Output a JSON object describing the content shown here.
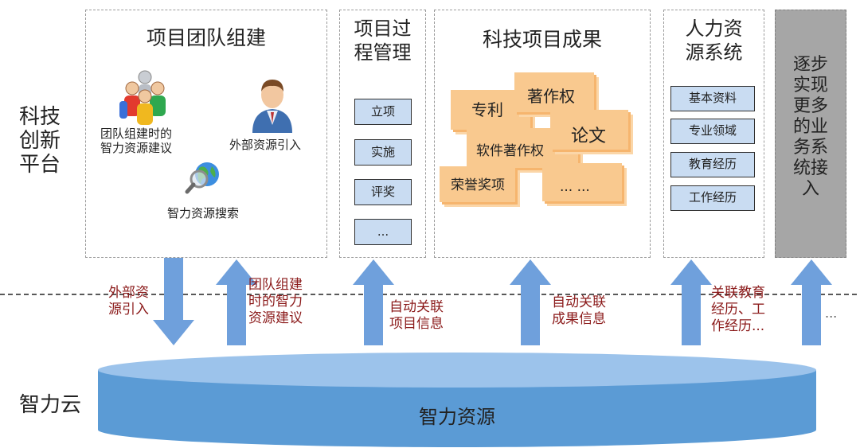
{
  "left_labels": {
    "platform": "科技\n创新\n平台",
    "cloud": "智力云"
  },
  "panels": {
    "team": {
      "title": "项目团队组建",
      "items": [
        {
          "label": "团队组建时的\n智力资源建议",
          "icon": "team-people-icon"
        },
        {
          "label": "外部资源引入",
          "icon": "businessman-icon"
        },
        {
          "label": "智力资源搜索",
          "icon": "globe-search-icon"
        }
      ]
    },
    "process": {
      "title": "项目过\n程管理",
      "buttons": [
        "立项",
        "实施",
        "评奖",
        "..."
      ]
    },
    "results": {
      "title": "科技项目成果",
      "notes": [
        "专利",
        "著作权",
        "论文",
        "软件著作权",
        "荣誉奖项",
        "... ..."
      ]
    },
    "hr": {
      "title": "人力资\n源系统",
      "buttons": [
        "基本资料",
        "专业领域",
        "教育经历",
        "工作经历"
      ]
    },
    "future": {
      "text": "逐步\n实现\n更多\n的业\n务系\n统接\n入"
    }
  },
  "arrows": [
    {
      "label": "外部资\n源引入",
      "direction": "down"
    },
    {
      "label": "团队组建\n时的智力\n资源建议",
      "direction": "up"
    },
    {
      "label": "自动关联\n项目信息",
      "direction": "up"
    },
    {
      "label": "自动关联\n成果信息",
      "direction": "up"
    },
    {
      "label": "关联教育\n经历、工\n作经历...",
      "direction": "up"
    },
    {
      "label": "...",
      "direction": "up"
    }
  ],
  "cloud_db": {
    "label": "智力资源"
  },
  "colors": {
    "arrow": "#6fa0dc",
    "cylinder_body": "#5b9bd5",
    "cylinder_top": "#9cc3eb",
    "label_text": "#8b1a1a",
    "small_box": "#c9dcf2",
    "note": "#f9c98f"
  }
}
